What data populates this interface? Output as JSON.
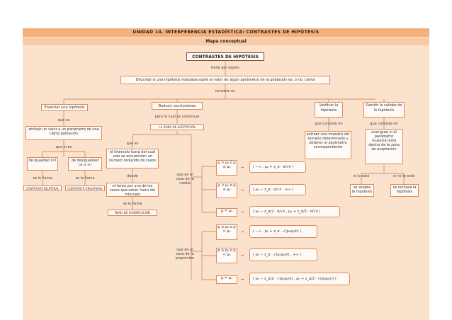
{
  "header": {
    "title": "UNIDAD 14. INTERFERENCIA ESTADÍSTICA: CONTRASTES DE HIPÓTESIS",
    "subtitle": "Mapa conceptual"
  },
  "root": {
    "label": "CONTRASTES DE HIPÓTESIS",
    "link": "tiene por objeto"
  },
  "objective": {
    "label": "Dilucidar si una hipótesis realizada sobre el valor de algún parámetro de la población es, o no, cierta",
    "link": "consiste en"
  },
  "steps": {
    "enunciar": "Enunciar una hipótesis",
    "deducir": "Deducir conclusiones",
    "verificar": "Verificar la hipótesis",
    "decidir": "Decidir la validez de la hipótesis"
  },
  "left": {
    "link_que_es": "que es",
    "definition": "atribuir un valor a un parámetro de una cierta población",
    "link_que_si_es": "que si es",
    "igualdad": "de igualdad (=)",
    "desigualdad": "de desigualdad (≤ o ≥)",
    "se_le_llama_1": "se le llama",
    "se_le_llama_2": "se le llama",
    "bilateral": "CONTRASTE BILATERAL",
    "unilateral": "CONTRASTE UNILATERAL"
  },
  "middle": {
    "link_para": "para lo cual se construye",
    "zona_aceptacion": "LA ZONA DE ACEPTACIÓN",
    "link_que_es": "que es",
    "interval_def": "el intervalo fuera del cual solo se encuentran un número reducido de casos",
    "link_donde": "donde",
    "tanto_def": "el tanto por uno de los casos que están fuera del intervalo",
    "link_se_le_llama": "se le llama",
    "nivel": "NIVEL DE SIGNIFICACIÓN"
  },
  "right_verify": {
    "link": "que consiste en",
    "desc": "extraer una muestra del tamaño determinado y obtener el parámetro correspondiente"
  },
  "right_decide": {
    "link": "que consiste en",
    "desc": "averiguar si el parámetro muestral está dentro de la zona de aceptación",
    "si_esta": "si lo está",
    "no_esta": "si no lo está",
    "acepta": "se acepta la hipótesis",
    "rechaza": "se rechaza la hipótesis"
  },
  "media": {
    "link": "que en el caso de la media",
    "rows": [
      {
        "cond": "μ > μ₀ o μ ≤ μ₀",
        "eq": "⇒",
        "formula": "( −∞ , μ₀ + z_α · σ/√n )"
      },
      {
        "cond": "μ < μ₀ o μ ≥ μ₀",
        "eq": "⇒",
        "formula": "( μ₀ − z_α · σ/√n , +∞ )"
      },
      {
        "cond": "μ = μ₀",
        "eq": "⇒",
        "formula": "( μ₀ − z_α/2 · σ/√n , μ₀ + z_α/2 · σ/√n )"
      }
    ]
  },
  "proporcion": {
    "link": "que en el caso de la proporción",
    "rows": [
      {
        "cond": "p ≤ p₀ o p > p₀",
        "eq": "⇒",
        "formula": "( −∞ , p₀ + z_α · √(p₀q₀/n) )"
      },
      {
        "cond": "p ≥ p₀ o p < p₀",
        "eq": "⇒",
        "formula": "( p₀ − z_α · √(p₀q₀/n) , +∞ )"
      },
      {
        "cond": "p = p₀",
        "eq": "⇒",
        "formula": "( p₀ − z_α/2 · √(p₀q₀/n) , p₀ + z_α/2 · √(p₀q₀/n) )"
      }
    ]
  }
}
